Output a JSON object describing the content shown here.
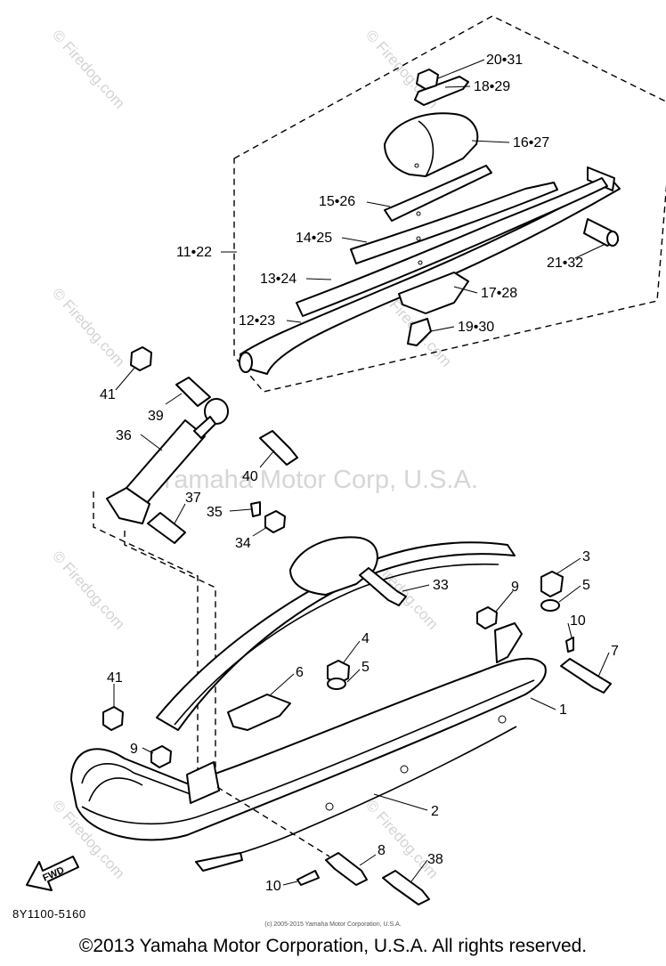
{
  "diagram": {
    "watermarks": [
      "© Firedog.com",
      "© Firedog.com",
      "© Firedog.com",
      "© Firedog.com",
      "© Firedog.com",
      "© Firedog.com",
      "© Firedog.com",
      "© Firedog.com"
    ],
    "center_watermark": "Yamaha Motor Corp, U.S.A.",
    "fwd_label": "FWD",
    "callouts": [
      {
        "id": "c-20-31",
        "text": "20•31"
      },
      {
        "id": "c-18-29",
        "text": "18•29"
      },
      {
        "id": "c-16-27",
        "text": "16•27"
      },
      {
        "id": "c-15-26",
        "text": "15•26"
      },
      {
        "id": "c-14-25",
        "text": "14•25"
      },
      {
        "id": "c-11-22",
        "text": "11•22"
      },
      {
        "id": "c-21-32",
        "text": "21•32"
      },
      {
        "id": "c-13-24",
        "text": "13•24"
      },
      {
        "id": "c-17-28",
        "text": "17•28"
      },
      {
        "id": "c-12-23",
        "text": "12•23"
      },
      {
        "id": "c-19-30",
        "text": "19•30"
      },
      {
        "id": "c-41a",
        "text": "41"
      },
      {
        "id": "c-39",
        "text": "39"
      },
      {
        "id": "c-36",
        "text": "36"
      },
      {
        "id": "c-40",
        "text": "40"
      },
      {
        "id": "c-37",
        "text": "37"
      },
      {
        "id": "c-35",
        "text": "35"
      },
      {
        "id": "c-34",
        "text": "34"
      },
      {
        "id": "c-33",
        "text": "33"
      },
      {
        "id": "c-3",
        "text": "3"
      },
      {
        "id": "c-9a",
        "text": "9"
      },
      {
        "id": "c-5a",
        "text": "5"
      },
      {
        "id": "c-10a",
        "text": "10"
      },
      {
        "id": "c-4",
        "text": "4"
      },
      {
        "id": "c-7",
        "text": "7"
      },
      {
        "id": "c-6",
        "text": "6"
      },
      {
        "id": "c-5b",
        "text": "5"
      },
      {
        "id": "c-41b",
        "text": "41"
      },
      {
        "id": "c-1",
        "text": "1"
      },
      {
        "id": "c-9b",
        "text": "9"
      },
      {
        "id": "c-2",
        "text": "2"
      },
      {
        "id": "c-8",
        "text": "8"
      },
      {
        "id": "c-38",
        "text": "38"
      },
      {
        "id": "c-10b",
        "text": "10"
      }
    ],
    "diagram_code": "8Y1100-5160",
    "small_copyright": "(c) 2005-2015 Yamaha Motor Corporation, U.S.A.",
    "copyright": "©2013 Yamaha Motor Corporation, U.S.A. All rights reserved."
  }
}
